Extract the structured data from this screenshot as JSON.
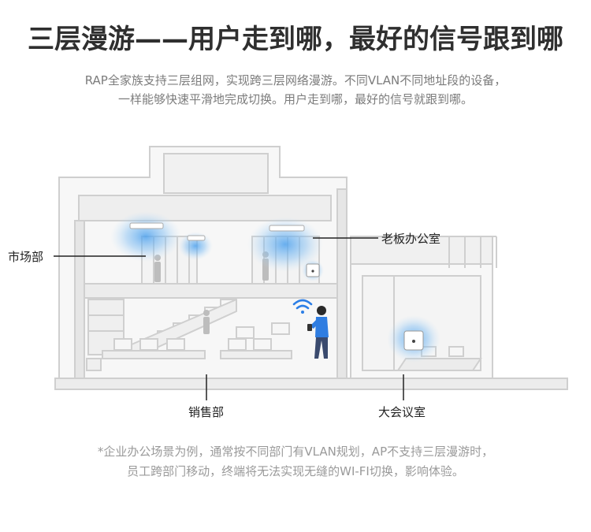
{
  "header": {
    "title": "三层漫游——用户走到哪，最好的信号跟到哪",
    "subtitle_line1": "RAP全家族支持三层组网，实现跨三层网络漫游。不同VLAN不同地址段的设备，",
    "subtitle_line2": "一样能够快速平滑地完成切换。用户走到哪，最好的信号就跟到哪。"
  },
  "callouts": {
    "marketing": "市场部",
    "boss_office": "老板办公室",
    "sales": "销售部",
    "meeting_room": "大会议室"
  },
  "footnote": {
    "line1": "*企业办公场景为例，通常按不同部门有VLAN规划，AP不支持三层漫游时，",
    "line2": "员工跨部门移动，终端将无法实现无缝的WI-FI切换，影响体验。"
  },
  "colors": {
    "signal_glow": "#5aa9ef",
    "person_shirt": "#2f7de1",
    "wifi_icon": "#2c7ee6",
    "building_line": "#cfcfcf"
  }
}
